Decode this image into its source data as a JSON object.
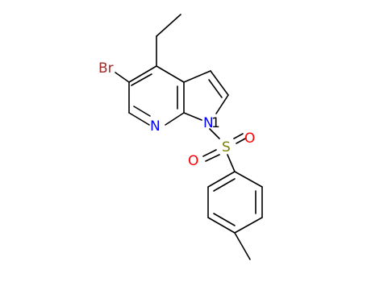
{
  "molecule": {
    "atoms": {
      "Br": {
        "label": "Br",
        "color": "#a52a2a"
      },
      "N_pyridine": {
        "label": "N",
        "color": "#0000ff"
      },
      "N_pyrrole": {
        "label": "N",
        "color": "#0000ff"
      },
      "N_pyrrole_locant": {
        "label": "1",
        "color": "#000000"
      },
      "S": {
        "label": "S",
        "color": "#808000"
      },
      "O_right": {
        "label": "O",
        "color": "#ff0000"
      },
      "O_left": {
        "label": "O",
        "color": "#ff0000"
      }
    },
    "bond_color": "#000000"
  }
}
